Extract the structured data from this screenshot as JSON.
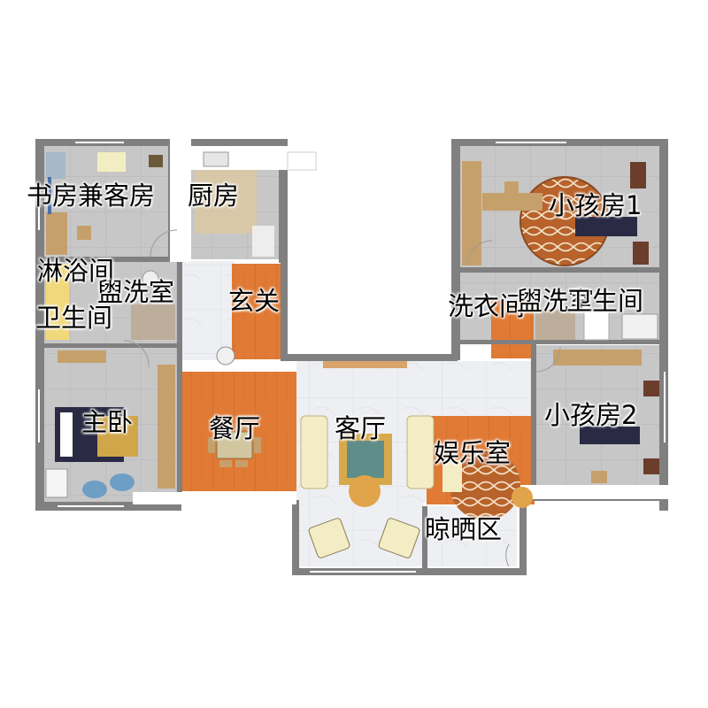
{
  "rooms": {
    "study_guest": "书房兼客房",
    "kitchen": "厨房",
    "shower": "淋浴间",
    "washroom_left": "盥洗室",
    "toilet_left": "卫生间",
    "foyer": "玄关",
    "child_room_1": "小孩房1",
    "laundry": "洗衣间",
    "washroom_right": "盥洗室",
    "toilet_right": "卫生间",
    "master_bedroom": "主卧",
    "dining": "餐厅",
    "living": "客厅",
    "entertainment": "娱乐室",
    "child_room_2": "小孩房2",
    "drying": "晾晒区"
  },
  "colors": {
    "wall": "#808080",
    "tile_floor": "#c9c9c9",
    "wood_floor": "#e07a35",
    "marble_floor": "#ecedf0",
    "wood_furniture": "#c6a06b",
    "bedding_dark": "#2a2a44"
  }
}
